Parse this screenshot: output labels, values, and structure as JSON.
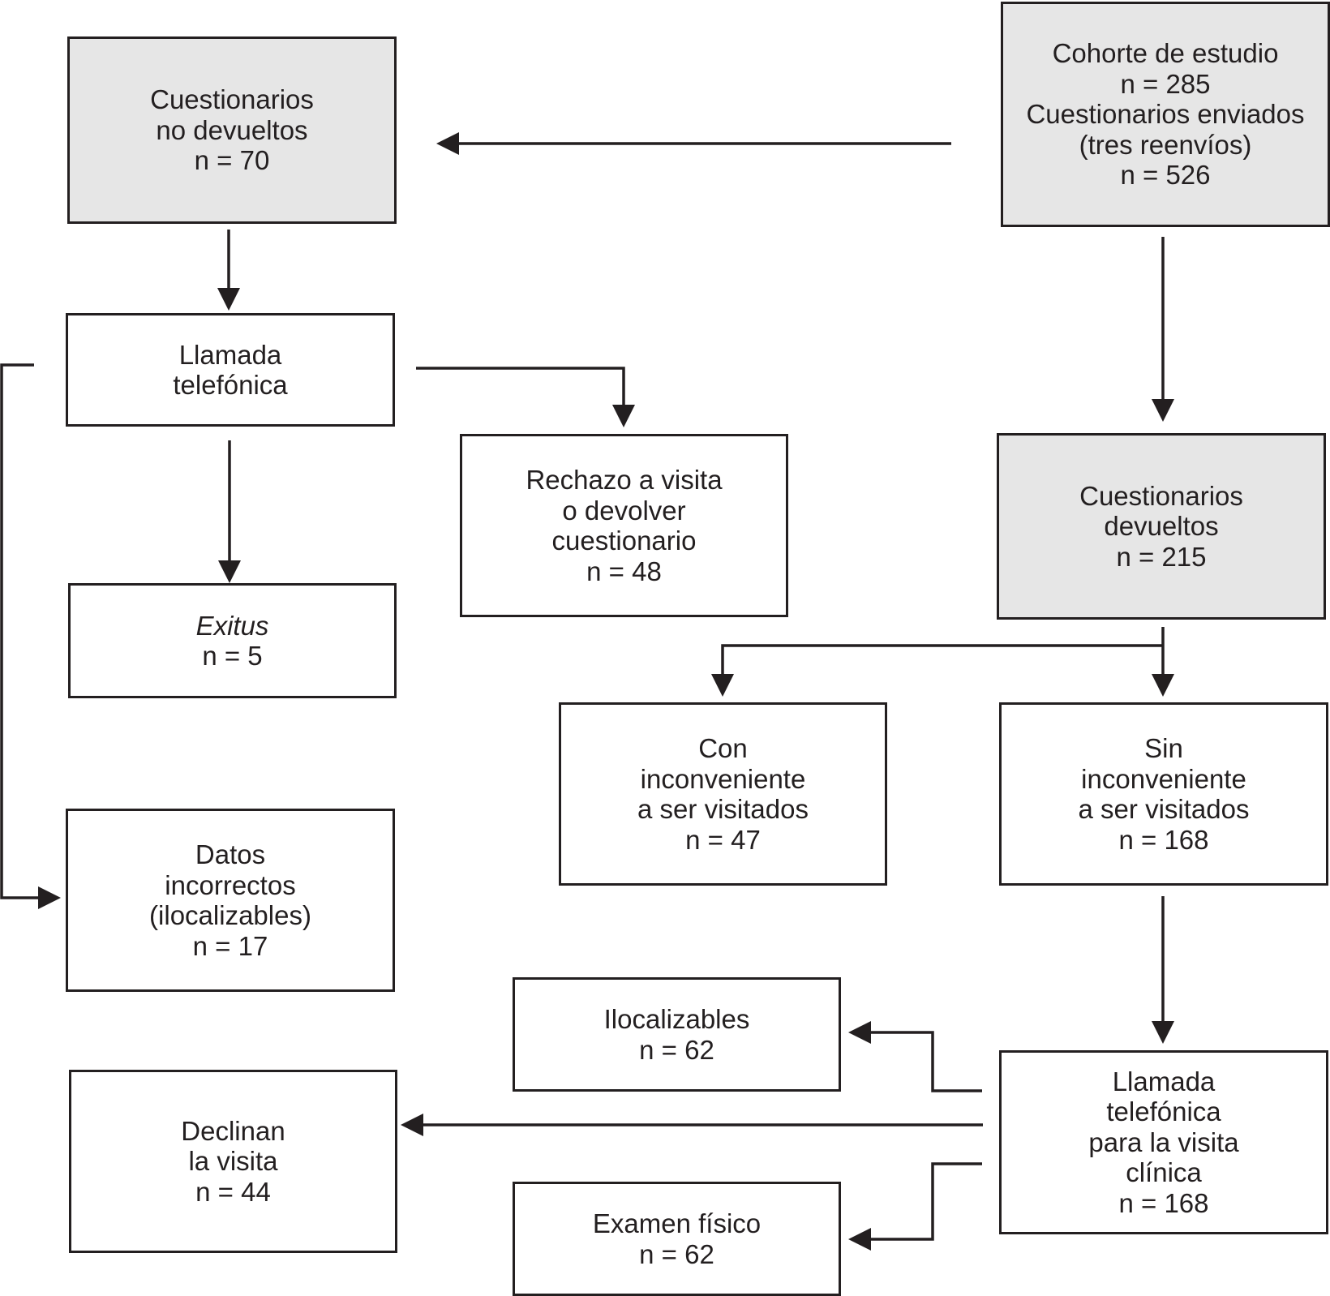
{
  "colors": {
    "line": "#231f20",
    "shaded_fill": "#e6e6e6",
    "plain_fill": "#ffffff"
  },
  "nodes": {
    "cohorte": {
      "shaded": true,
      "lines": [
        "Cohorte de estudio",
        "n = 285",
        "Cuestionarios enviados",
        "(tres reenvíos)",
        "n = 526"
      ]
    },
    "no_devueltos": {
      "shaded": true,
      "lines": [
        "Cuestionarios",
        "no devueltos",
        "n = 70"
      ]
    },
    "llamada1": {
      "shaded": false,
      "lines": [
        "Llamada",
        "telefónica"
      ]
    },
    "rechazo": {
      "shaded": false,
      "lines": [
        "Rechazo a visita",
        "o devolver",
        "cuestionario",
        "n = 48"
      ]
    },
    "exitus": {
      "shaded": false,
      "lines": [
        "Exitus",
        "n = 5"
      ]
    },
    "datos": {
      "shaded": false,
      "lines": [
        "Datos",
        "incorrectos",
        "(ilocalizables)",
        "n = 17"
      ]
    },
    "devueltos": {
      "shaded": true,
      "lines": [
        "Cuestionarios",
        "devueltos",
        "n = 215"
      ]
    },
    "con_inconv": {
      "shaded": false,
      "lines": [
        "Con",
        "inconveniente",
        "a ser visitados",
        "n = 47"
      ]
    },
    "sin_inconv": {
      "shaded": false,
      "lines": [
        "Sin",
        "inconveniente",
        "a ser visitados",
        "n = 168"
      ]
    },
    "ilocalizables": {
      "shaded": false,
      "lines": [
        "Ilocalizables",
        "n = 62"
      ]
    },
    "declinan": {
      "shaded": false,
      "lines": [
        "Declinan",
        "la visita",
        "n = 44"
      ]
    },
    "examen": {
      "shaded": false,
      "lines": [
        "Examen físico",
        "n = 62"
      ]
    },
    "llamada2": {
      "shaded": false,
      "lines": [
        "Llamada",
        "telefónica",
        "para la visita",
        "clínica",
        "n = 168"
      ]
    }
  },
  "edges": [
    {
      "from": "cohorte",
      "to": "no_devueltos"
    },
    {
      "from": "cohorte",
      "to": "devueltos"
    },
    {
      "from": "no_devueltos",
      "to": "llamada1"
    },
    {
      "from": "llamada1",
      "to": "rechazo"
    },
    {
      "from": "llamada1",
      "to": "exitus"
    },
    {
      "from": "llamada1",
      "to": "datos"
    },
    {
      "from": "devueltos",
      "to": "con_inconv"
    },
    {
      "from": "devueltos",
      "to": "sin_inconv"
    },
    {
      "from": "sin_inconv",
      "to": "llamada2"
    },
    {
      "from": "llamada2",
      "to": "ilocalizables"
    },
    {
      "from": "llamada2",
      "to": "declinan"
    },
    {
      "from": "llamada2",
      "to": "examen"
    }
  ]
}
